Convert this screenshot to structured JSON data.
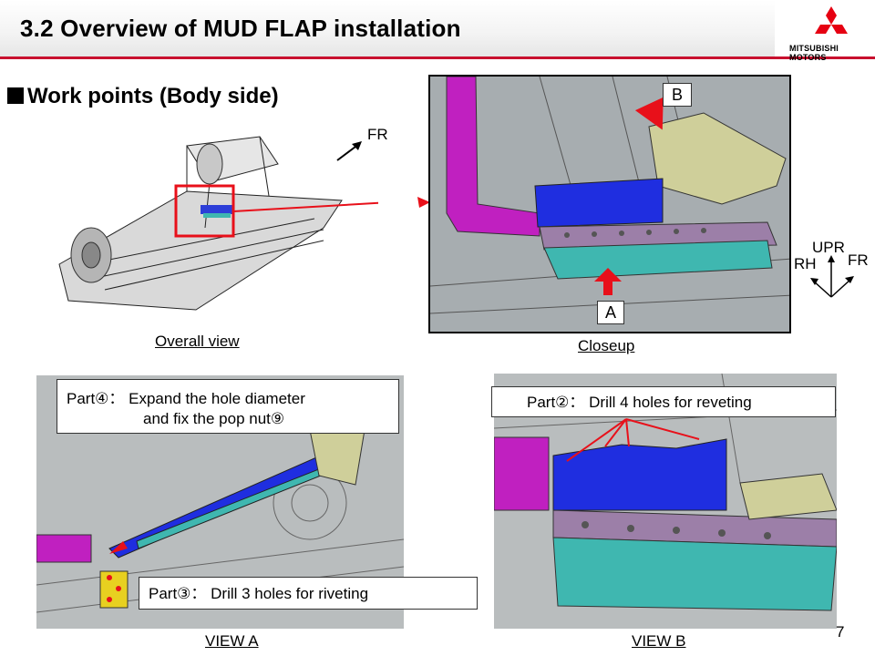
{
  "header": {
    "title": "3.2 Overview of MUD FLAP installation",
    "brand": "MITSUBISHI MOTORS"
  },
  "subtitle": "Work points (Body side)",
  "overall": {
    "fr_label": "FR",
    "caption": "Overall view"
  },
  "closeup": {
    "label_a": "A",
    "label_b": "B",
    "caption": "Closeup",
    "axes": {
      "upr": "UPR",
      "rh": "RH",
      "fr": "FR"
    }
  },
  "view_a": {
    "callout_part4_line1": "Part④：  Expand the  hole diameter",
    "callout_part4_line2": "and fix the pop nut⑨",
    "callout_part3": "Part③：  Drill 3 holes for riveting",
    "caption": "VIEW A"
  },
  "view_b": {
    "callout_part2": "Part②：  Drill 4 holes for reveting",
    "caption": "VIEW B"
  },
  "page_number": "7",
  "colors": {
    "accent_red": "#c8102e",
    "bracket_blue": "#1f2ee0",
    "mudflap_teal": "#3fb7b0",
    "frame_magenta": "#c020c0",
    "arrow_red": "#e8101a"
  }
}
